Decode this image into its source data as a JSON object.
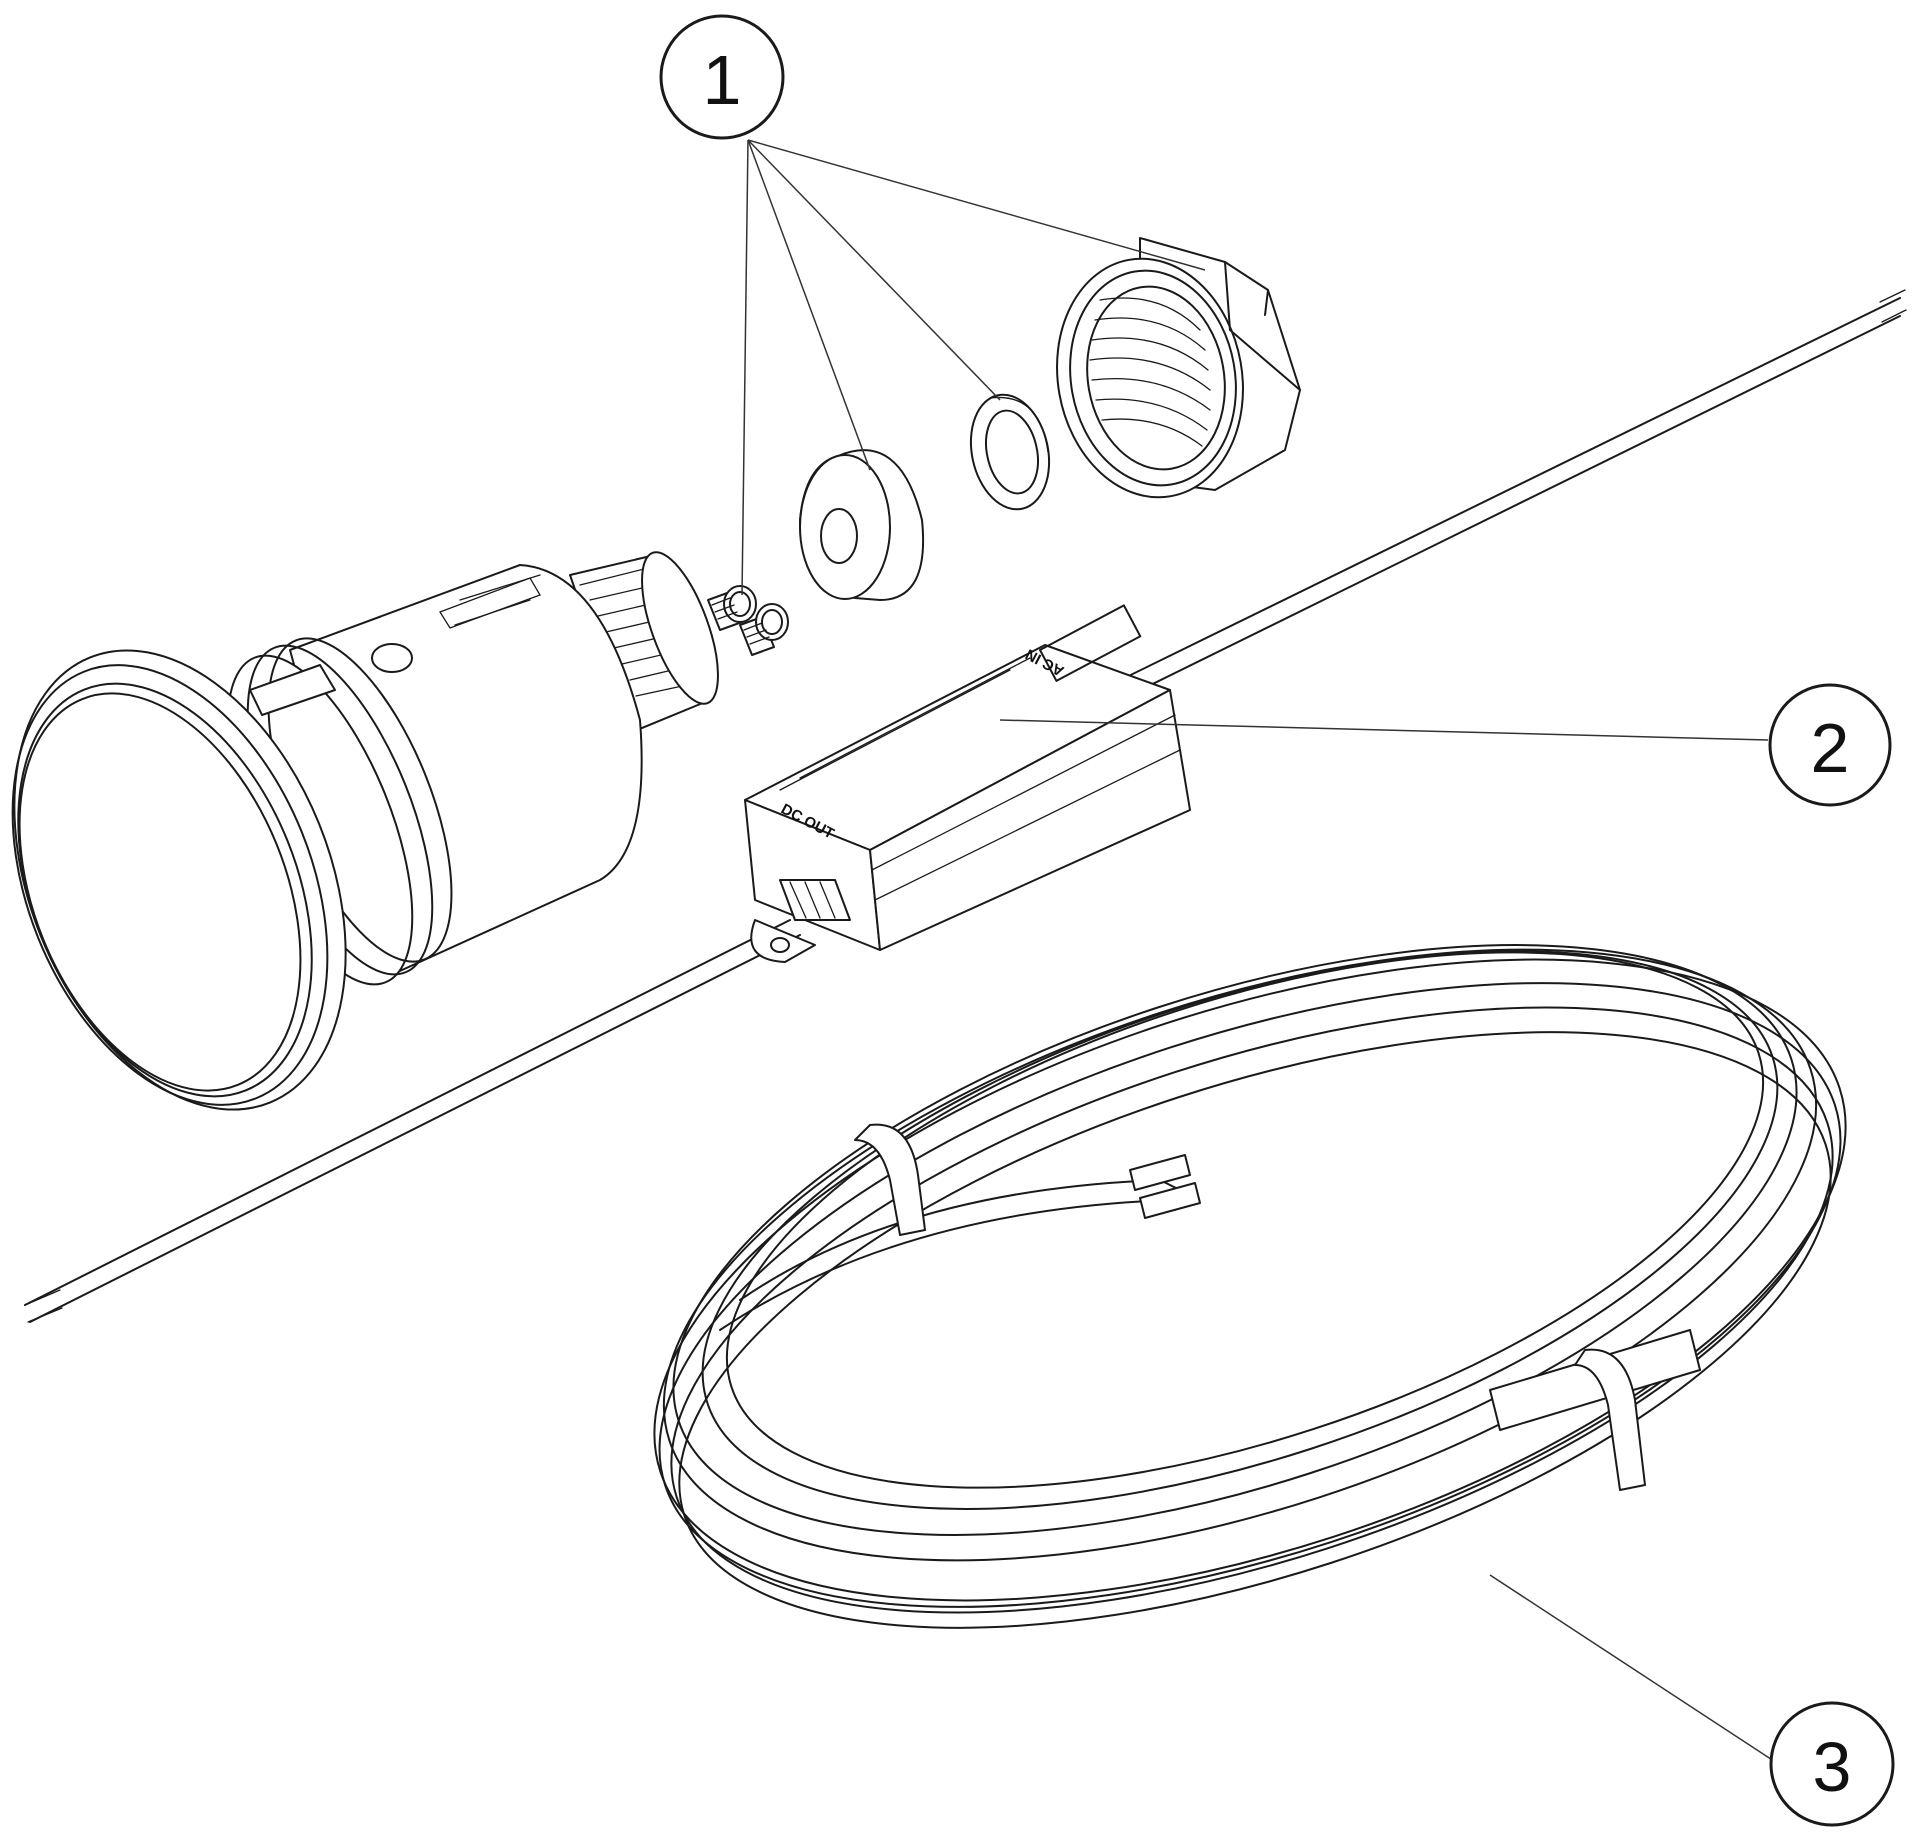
{
  "callouts": [
    {
      "id": "1",
      "label": "1"
    },
    {
      "id": "2",
      "label": "2"
    },
    {
      "id": "3",
      "label": "3"
    }
  ],
  "module_labels": {
    "ac_in": "AC IN",
    "dc_out": "DC OUT"
  },
  "colors": {
    "line": "#1a1a1a",
    "background": "#ffffff"
  }
}
